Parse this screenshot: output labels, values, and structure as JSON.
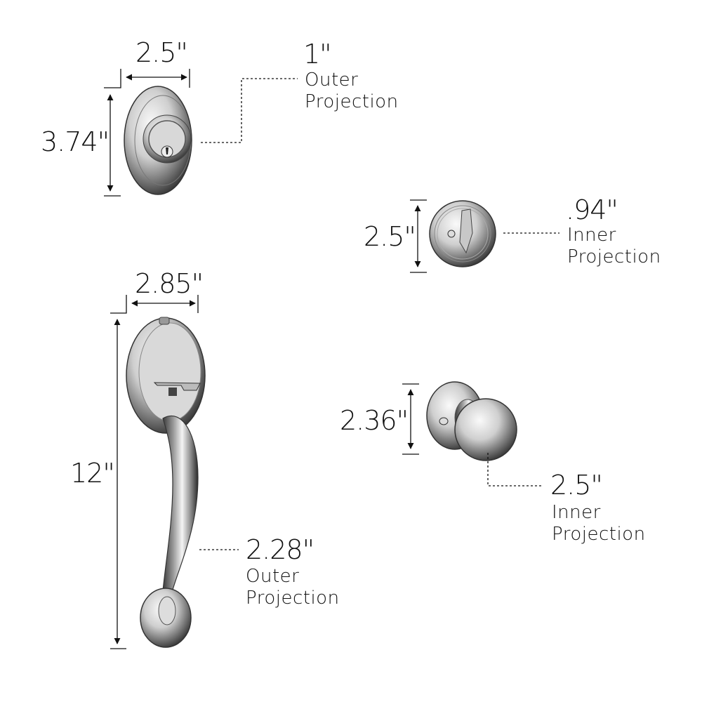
{
  "diagram": {
    "deadbolt_exterior": {
      "width": "2.5\"",
      "height": "3.74\"",
      "projection_value": "1\"",
      "projection_line1": "Outer",
      "projection_line2": "Projection"
    },
    "deadbolt_interior": {
      "height": "2.5\"",
      "projection_value": ".94\"",
      "projection_line1": "Inner",
      "projection_line2": "Projection"
    },
    "handleset": {
      "width": "2.85\"",
      "height": "12\"",
      "projection_value": "2.28\"",
      "projection_line1": "Outer",
      "projection_line2": "Projection"
    },
    "knob": {
      "height": "2.36\"",
      "projection_value": "2.5\"",
      "projection_line1": "Inner",
      "projection_line2": "Projection"
    }
  },
  "colors": {
    "line": "#111111",
    "chrome_dark": "#4a4a4a",
    "chrome_light": "#e8e8e8"
  }
}
